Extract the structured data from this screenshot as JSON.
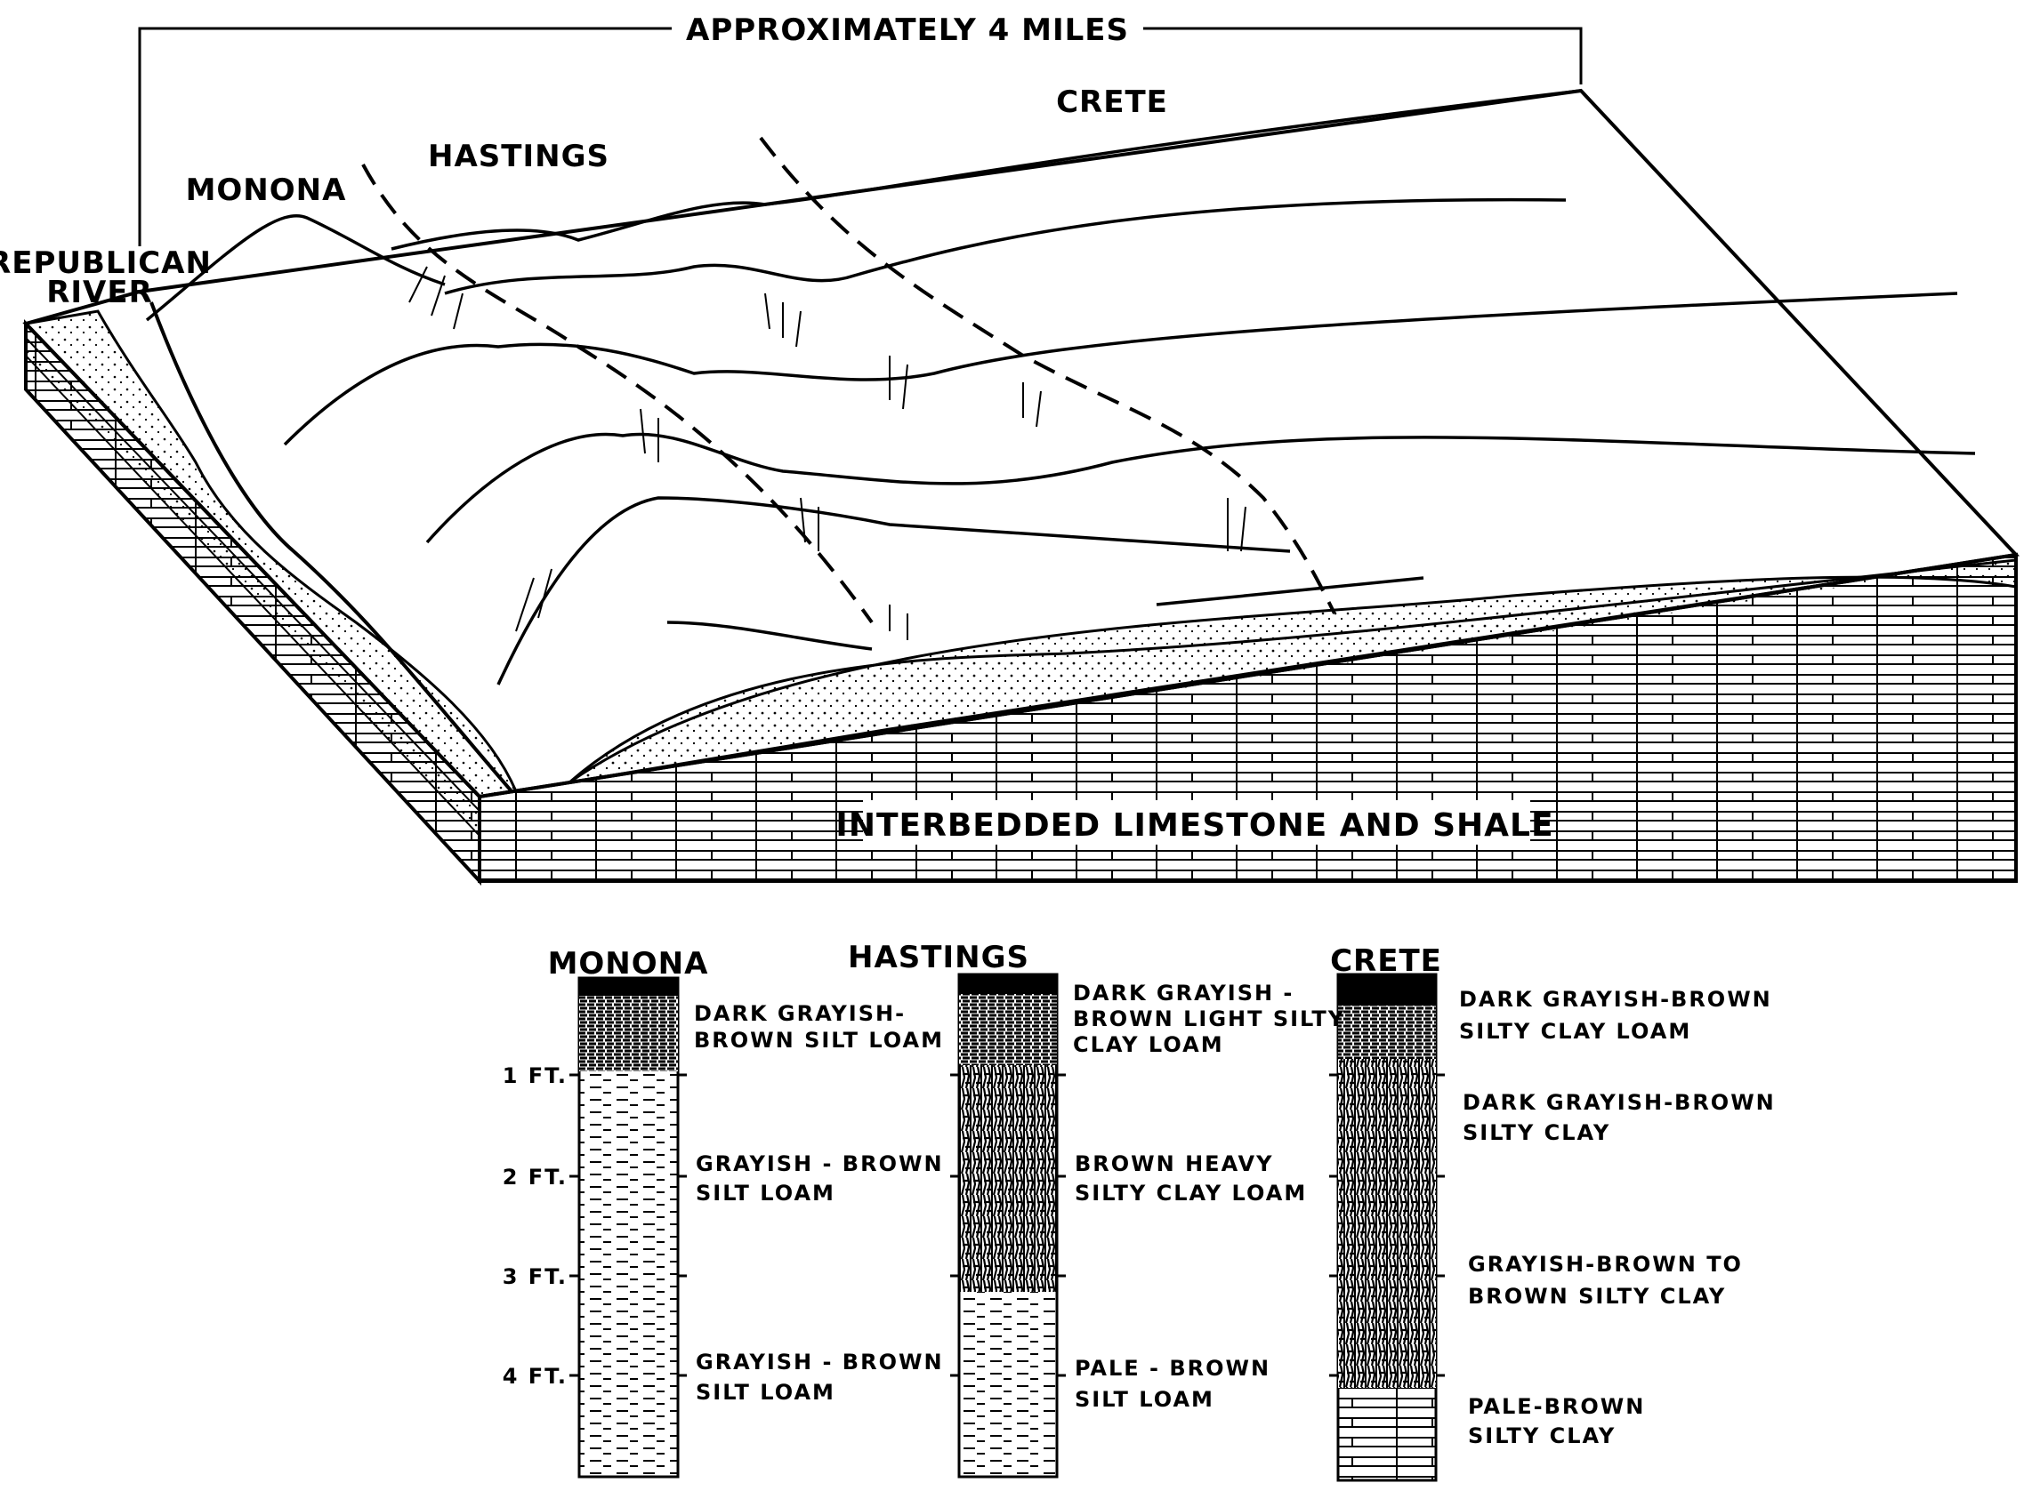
{
  "block_diagram": {
    "scale_label": "APPROXIMATELY 4 MILES",
    "labels": {
      "river": [
        "REPUBLICAN",
        "RIVER"
      ],
      "monona": "MONONA",
      "hastings": "HASTINGS",
      "crete": "CRETE",
      "bedrock": "INTERBEDDED LIMESTONE AND SHALE"
    }
  },
  "profiles": {
    "depth_ticks": [
      "1 FT.",
      "2 FT.",
      "3 FT.",
      "4 FT."
    ],
    "columns": [
      {
        "name": "MONONA",
        "horizons": [
          [
            "DARK  GRAYISH-",
            "BROWN SILT LOAM"
          ],
          [
            "GRAYISH - BROWN",
            "SILT  LOAM"
          ],
          [
            "GRAYISH - BROWN",
            "SILT  LOAM"
          ]
        ]
      },
      {
        "name": "HASTINGS",
        "horizons": [
          [
            "DARK  GRAYISH -",
            "BROWN LIGHT SILTY",
            "CLAY  LOAM"
          ],
          [
            "BROWN  HEAVY",
            "SILTY CLAY LOAM"
          ],
          [
            "PALE - BROWN",
            "SILT LOAM"
          ]
        ]
      },
      {
        "name": "CRETE",
        "horizons": [
          [
            "DARK  GRAYISH-BROWN",
            "SILTY  CLAY  LOAM"
          ],
          [
            "DARK  GRAYISH-BROWN",
            "SILTY  CLAY"
          ],
          [
            "GRAYISH-BROWN   TO",
            "BROWN SILTY CLAY"
          ],
          [
            "PALE-BROWN",
            "SILTY CLAY"
          ]
        ]
      }
    ]
  }
}
